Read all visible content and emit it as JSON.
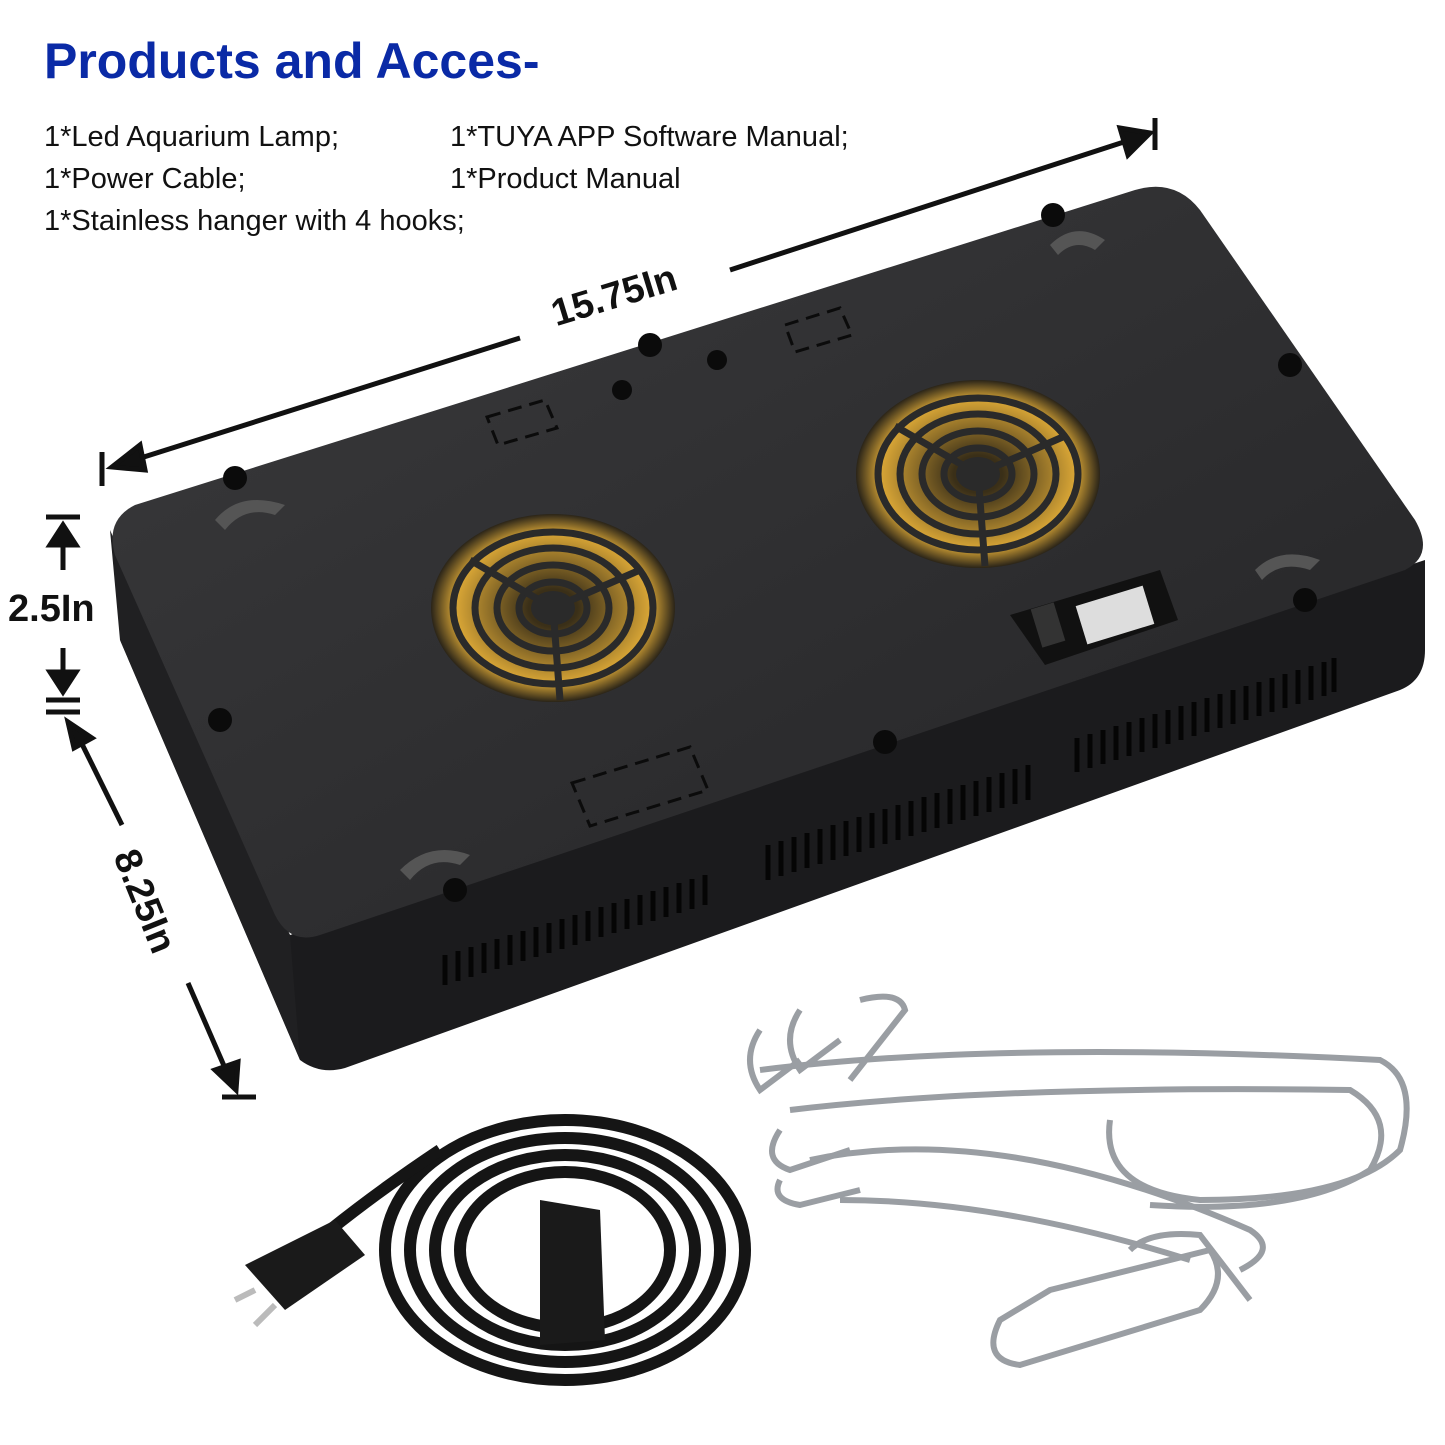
{
  "title": "Products and Acces-",
  "contents": [
    "1*Led Aquarium Lamp;",
    "1*TUYA APP Software Manual;",
    "1*Power Cable;",
    "1*Product Manual",
    "1*Stainless hanger with 4 hooks;"
  ],
  "dimensions": {
    "length": "15.75In",
    "height": "2.5In",
    "width": "8.25In"
  },
  "colors": {
    "title": "#0a2aa6",
    "lamp": "#2a2a2c",
    "fan_glow": "#e0b040"
  }
}
